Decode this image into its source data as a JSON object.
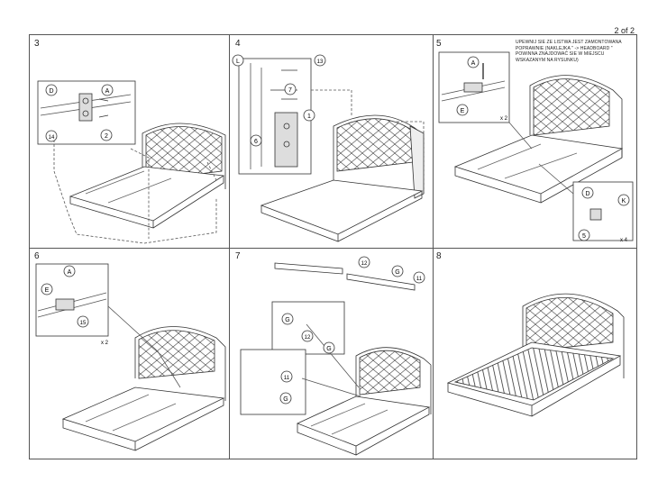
{
  "page_number": "2 of 2",
  "steps": [
    "3",
    "4",
    "5",
    "6",
    "7",
    "8"
  ],
  "step5_note": "UPEWNIJ SIE ZE LISTWA JEST ZAMONTOWANA POPRAWNIE (NAKLEJKA \" -> HEADBOARD \" POWINNA ZNAJDOWAĆ SIE W MIEJSCU WSKAZANYM NA RYSUNKU)",
  "callouts": {
    "s3": {
      "d": "D",
      "a": "A",
      "n14": "14",
      "n2": "2"
    },
    "s4": {
      "l": "L",
      "n13": "13",
      "n7": "7",
      "n1": "1",
      "n6": "6"
    },
    "s5": {
      "a": "A",
      "e": "E",
      "x2": "x 2",
      "d": "D",
      "k": "K",
      "n5": "5",
      "x4": "x 4"
    },
    "s6": {
      "a": "A",
      "e": "E",
      "n15": "15",
      "x2": "x 2"
    },
    "s7": {
      "n12": "12",
      "g": "G",
      "n11": "11",
      "g2": "G",
      "n12b": "12",
      "g3": "G",
      "n11b": "11",
      "g4": "G"
    }
  }
}
